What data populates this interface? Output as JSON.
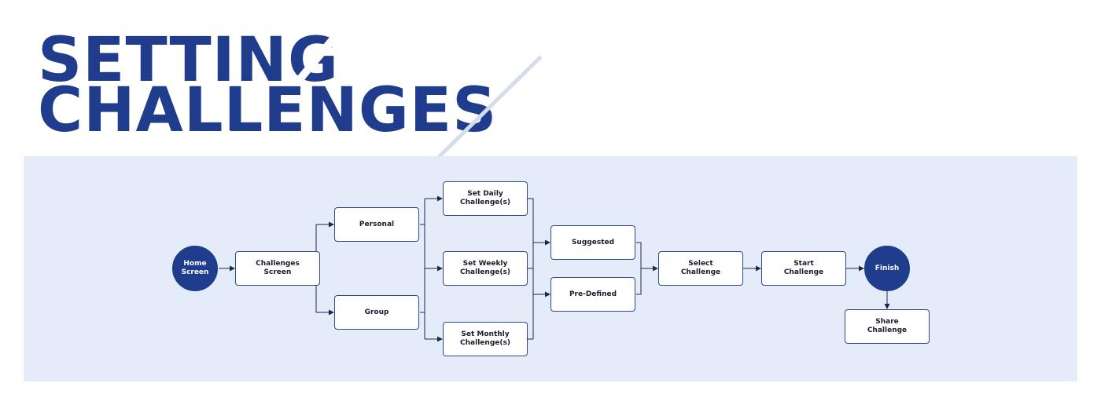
{
  "title": {
    "line1": "SETTING",
    "line2": "CHALLENGES"
  },
  "colors": {
    "primary": "#1f3d8c",
    "background": "#e3ecf8",
    "node_fill": "#ffffff"
  },
  "flow": {
    "home": "Home\nScreen",
    "challenges": "Challenges\nScreen",
    "personal": "Personal",
    "group": "Group",
    "daily": "Set Daily\nChallenge(s)",
    "weekly": "Set Weekly\nChallenge(s)",
    "monthly": "Set Monthly\nChallenge(s)",
    "suggested": "Suggested",
    "predefined": "Pre-Defined",
    "select": "Select\nChallenge",
    "start": "Start\nChallenge",
    "finish": "Finish",
    "share": "Share\nChallenge"
  }
}
